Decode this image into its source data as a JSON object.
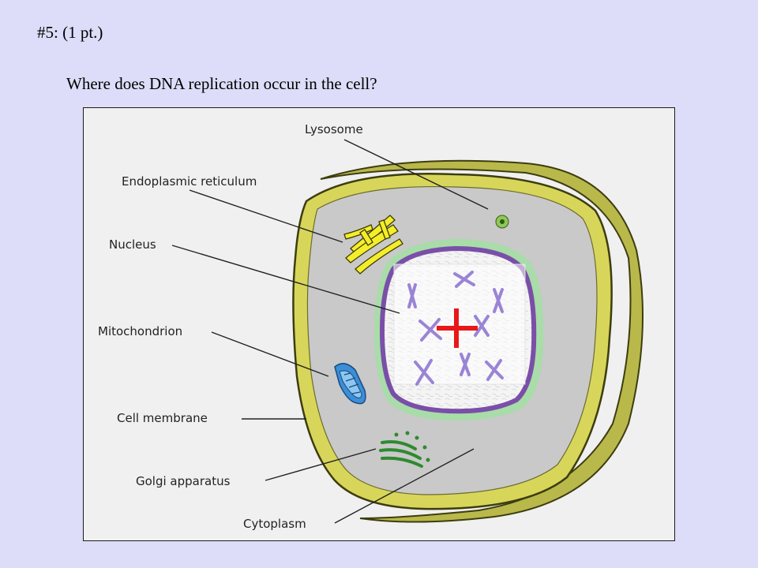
{
  "slide": {
    "number_text": "#5: (1 pt.)",
    "question": "Where does DNA replication occur in the cell?"
  },
  "diagram": {
    "labels": {
      "lysosome": "Lysosome",
      "endoplasmic_reticulum": "Endoplasmic reticulum",
      "nucleus": "Nucleus",
      "mitochondrion": "Mitochondrion",
      "cell_membrane": "Cell membrane",
      "golgi_apparatus": "Golgi apparatus",
      "cytoplasm": "Cytoplasm"
    },
    "answer_marker_icon": "red-cross-icon",
    "colors": {
      "membrane": "#d8d65a",
      "membrane_outline": "#3d3d10",
      "cytoplasm": "#c9c9c9",
      "nuclear_envelope": "#7a4fa8",
      "nucleus_halo": "#a8dca8",
      "chromosome": "#9a84d6",
      "er": "#f4ee2a",
      "mitochondrion": "#3b8fd6",
      "golgi": "#2f8a2f",
      "lysosome": "#4a9a2a",
      "marker": "#e81818"
    }
  }
}
